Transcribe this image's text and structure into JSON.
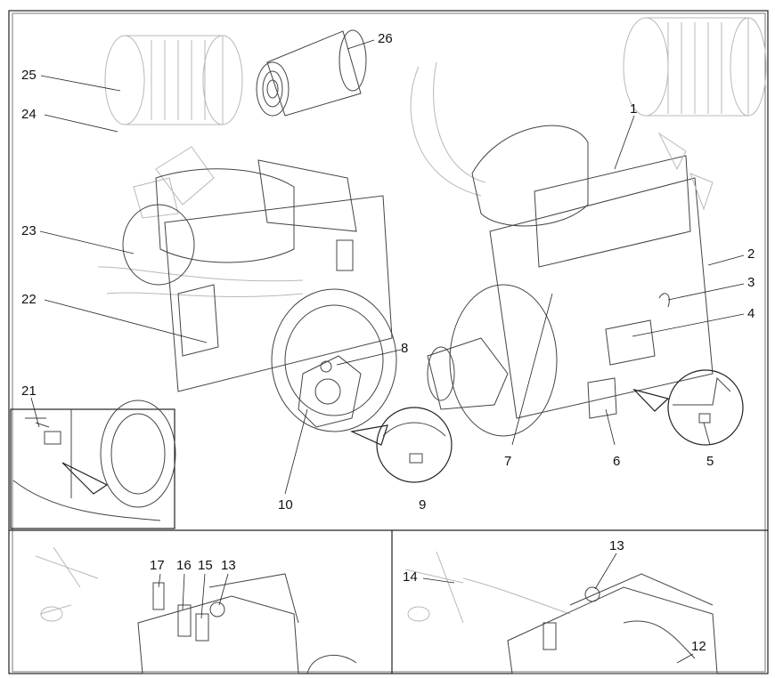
{
  "callouts": {
    "c1": "1",
    "c2": "2",
    "c3": "3",
    "c4": "4",
    "c5": "5",
    "c6": "6",
    "c7": "7",
    "c8": "8",
    "c9": "9",
    "c10": "10",
    "c12": "12",
    "c13a": "13",
    "c13b": "13",
    "c14": "14",
    "c15": "15",
    "c16": "16",
    "c17": "17",
    "c21": "21",
    "c22": "22",
    "c23": "23",
    "c24": "24",
    "c25": "25",
    "c26": "26"
  },
  "colors": {
    "line": "#222222",
    "ghost": "#b8b8b8",
    "frame": "#777777"
  }
}
